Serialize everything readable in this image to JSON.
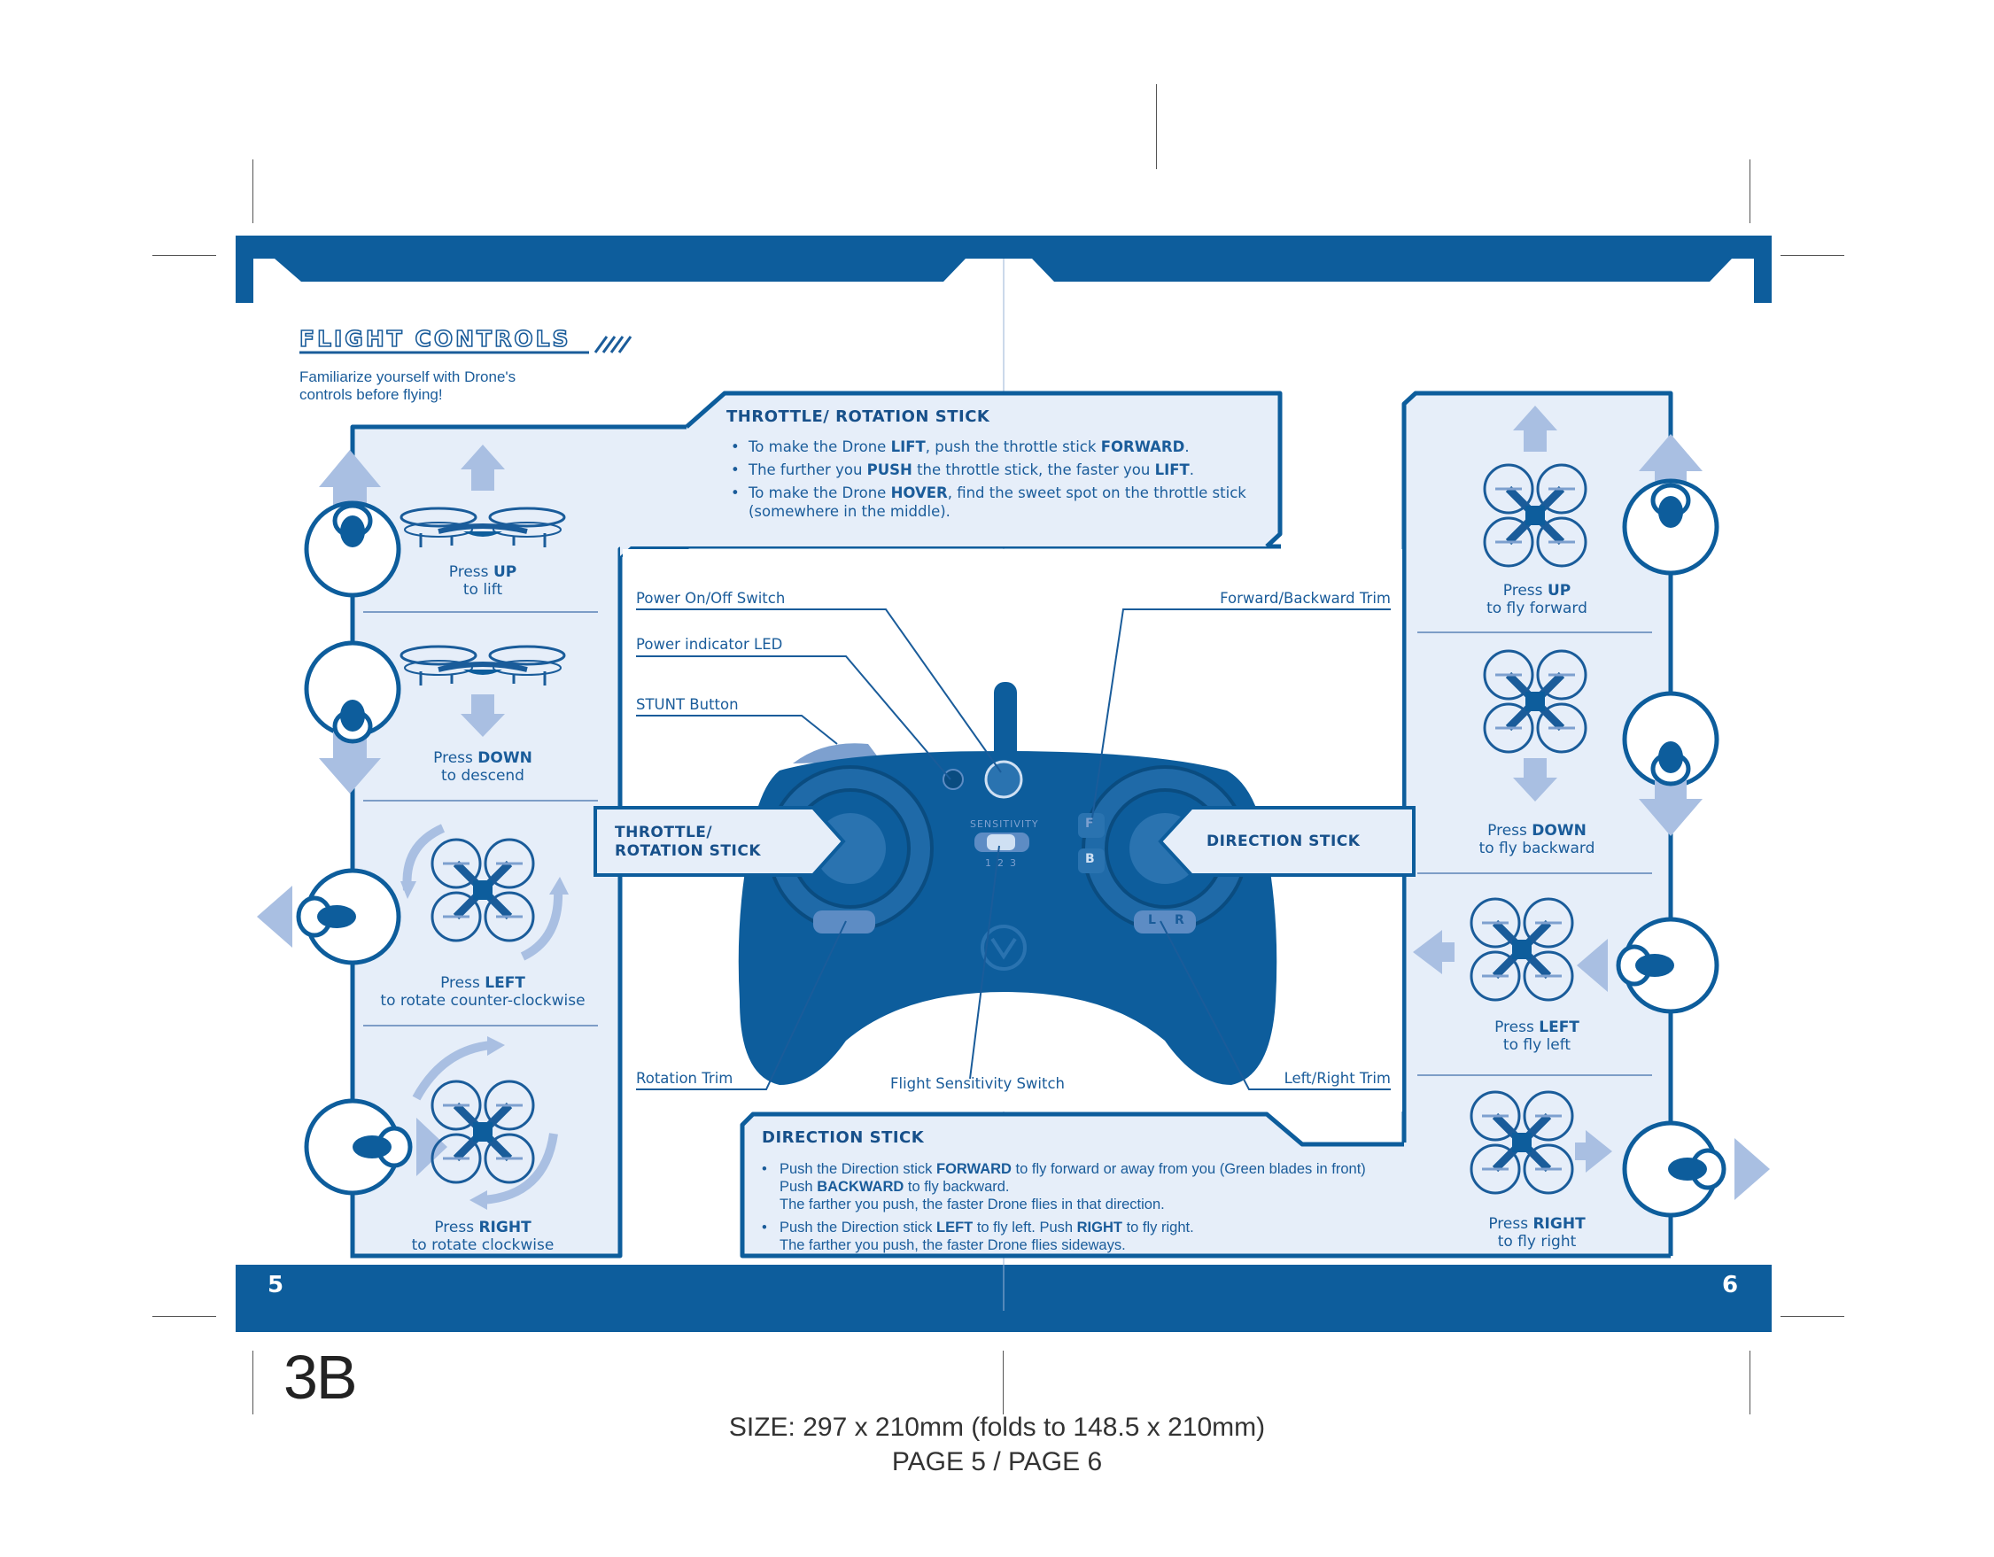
{
  "page": {
    "section_title": "FLIGHT CONTROLS",
    "intro_line1": "Familiarize yourself with Drone's",
    "intro_line2": "controls before flying!",
    "page_left": "5",
    "page_right": "6",
    "doc_code": "3B",
    "size_line": "SIZE: 297 x 210mm (folds to 148.5 x 210mm)",
    "pages_line": "PAGE 5 / PAGE 6"
  },
  "throttle_box": {
    "header": "THROTTLE/ ROTATION STICK",
    "b1_pre": "To make the Drone ",
    "b1_b1": "LIFT",
    "b1_mid": ", push the throttle stick ",
    "b1_b2": "FORWARD",
    "b1_end": ".",
    "b2_pre": "The further you ",
    "b2_b1": "PUSH",
    "b2_mid": " the throttle stick, the faster you ",
    "b2_b2": "LIFT",
    "b2_end": ".",
    "b3_pre": "To make the Drone ",
    "b3_b1": "HOVER",
    "b3_end": ", find the sweet spot on the throttle stick",
    "b3_line2": "(somewhere in the middle)."
  },
  "direction_box": {
    "header": "DIRECTION STICK",
    "b1_pre": "Push the Direction stick ",
    "b1_b1": "FORWARD",
    "b1_end": " to fly forward or away from you (Green blades in front)",
    "b1_l2_pre": "Push ",
    "b1_l2_b": "BACKWARD",
    "b1_l2_end": " to fly backward.",
    "b1_l3": "The farther you push, the faster Drone flies in that direction.",
    "b2_pre": "Push the Direction stick ",
    "b2_b1": "LEFT",
    "b2_mid": " to fly left. Push ",
    "b2_b2": "RIGHT",
    "b2_end": " to fly right.",
    "b2_l2": "The farther you push, the faster Drone flies sideways."
  },
  "left_panel": [
    {
      "press": "Press ",
      "key": "UP",
      "desc": "to lift"
    },
    {
      "press": "Press ",
      "key": "DOWN",
      "desc": "to descend"
    },
    {
      "press": "Press ",
      "key": "LEFT",
      "desc": "to rotate counter-clockwise"
    },
    {
      "press": "Press ",
      "key": "RIGHT",
      "desc": "to rotate clockwise"
    }
  ],
  "right_panel": [
    {
      "press": "Press ",
      "key": "UP",
      "desc": "to fly forward"
    },
    {
      "press": "Press ",
      "key": "DOWN",
      "desc": "to fly backward"
    },
    {
      "press": "Press ",
      "key": "LEFT",
      "desc": "to fly left"
    },
    {
      "press": "Press ",
      "key": "RIGHT",
      "desc": "to fly right"
    }
  ],
  "callouts": {
    "power_switch": "Power On/Off Switch",
    "power_led": "Power indicator LED",
    "stunt": "STUNT Button",
    "fb_trim": "Forward/Backward Trim",
    "rotation_trim": "Rotation Trim",
    "sensitivity_switch": "Flight Sensitivity Switch",
    "lr_trim": "Left/Right Trim",
    "throttle_arrow_l1": "THROTTLE/",
    "throttle_arrow_l2": "ROTATION STICK",
    "direction_arrow": "DIRECTION STICK"
  },
  "controller": {
    "sensitivity": "SENSITIVITY",
    "levels": "1  2  3",
    "btn_f": "F",
    "btn_b": "B",
    "btn_l": "L",
    "btn_r": "R"
  },
  "colors": {
    "primary": "#0d5d9c",
    "panel": "#e6eef9",
    "arrow": "#a9bfe2"
  }
}
